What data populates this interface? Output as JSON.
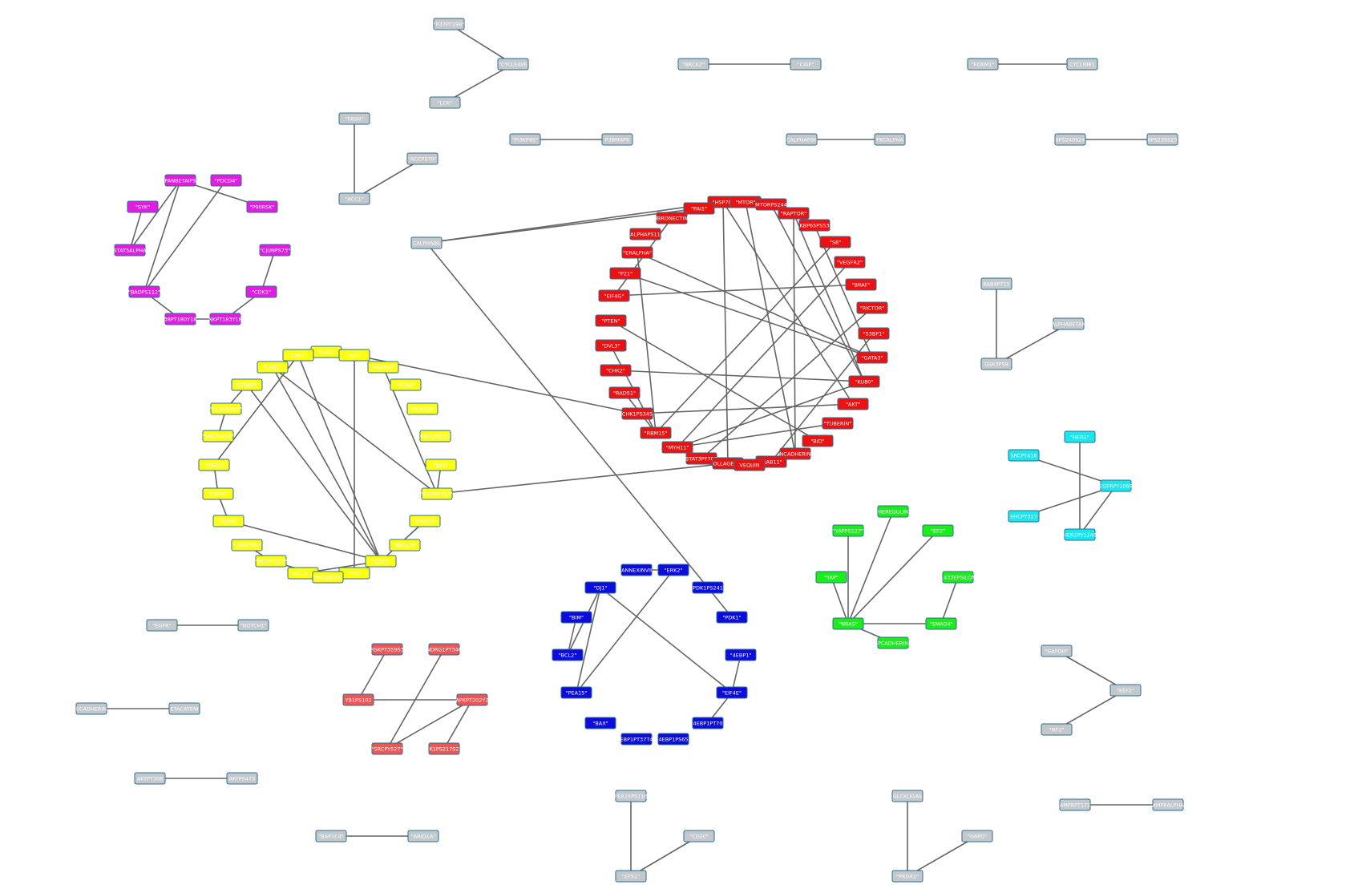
{
  "colors": {
    "background": "#ffffff",
    "edge": "#666666",
    "node_border": "#2e6e8e",
    "label": "#ffffff",
    "grey": "#c3c8cc",
    "magenta": "#e21ce2",
    "yellow": "#ffff14",
    "red": "#ee1111",
    "blue": "#0c0cdd",
    "green": "#1aee1a",
    "cyan": "#1ae6ee",
    "salmon": "#ee5555"
  },
  "nodes": [
    {
      "id": "p27",
      "label": "\"P27PT198\"",
      "color": "grey"
    },
    {
      "id": "cycleav",
      "label": "\"CYCLEAVE",
      "color": "grey"
    },
    {
      "id": "lck",
      "label": "\"LCK\"",
      "color": "grey"
    },
    {
      "id": "brca2",
      "label": "\"BRCA2\"",
      "color": "grey"
    },
    {
      "id": "ciap",
      "label": "\"CIAP\"",
      "color": "grey"
    },
    {
      "id": "foxm1",
      "label": "\"FOXM1\"",
      "color": "grey"
    },
    {
      "id": "cyclinb1",
      "label": "CYCLINB1",
      "color": "grey"
    },
    {
      "id": "fasn",
      "label": "\"FASN\"",
      "color": "grey"
    },
    {
      "id": "accps79",
      "label": "\"ACCPS79\"",
      "color": "grey"
    },
    {
      "id": "acc1",
      "label": "\"ACC1\"",
      "color": "grey"
    },
    {
      "id": "pi3kp85",
      "label": "\"PI3KP85\"",
      "color": "grey"
    },
    {
      "id": "p38mapk",
      "label": "P38MAPK",
      "color": "grey"
    },
    {
      "id": "pkcalphaps",
      "label": "CALPHAPS6",
      "color": "grey"
    },
    {
      "id": "pkcalpha",
      "label": "PKCALPHA",
      "color": "grey"
    },
    {
      "id": "s6ps240",
      "label": "6PS240S24",
      "color": "grey"
    },
    {
      "id": "s6ps235",
      "label": "6PS235S23",
      "color": "grey"
    },
    {
      "id": "panbeta",
      "label": "PANBETAIPS",
      "color": "magenta"
    },
    {
      "id": "pdcd4",
      "label": "\"PDCD4\"",
      "color": "magenta"
    },
    {
      "id": "syk",
      "label": "\"SYK\"",
      "color": "magenta"
    },
    {
      "id": "p90rsk",
      "label": "\"P90RSK\"",
      "color": "magenta"
    },
    {
      "id": "stat5a",
      "label": "STAT5ALPHA",
      "color": "magenta"
    },
    {
      "id": "cjun",
      "label": "\"CJUNPS73\"",
      "color": "magenta"
    },
    {
      "id": "badps112",
      "label": "\"BADPS112\"",
      "color": "magenta"
    },
    {
      "id": "cdk1",
      "label": "\"CDK1\"",
      "color": "magenta"
    },
    {
      "id": "p38pt180",
      "label": "38PT180Y18",
      "color": "magenta"
    },
    {
      "id": "jnkpt183",
      "label": "NKPT183Y18",
      "color": "magenta"
    },
    {
      "id": "ecadh",
      "label": "ECADHERIN",
      "color": "grey"
    },
    {
      "id": "y_top",
      "label": "\"CHK1\"",
      "color": "yellow"
    },
    {
      "id": "y_t2",
      "label": "\"CAV1\"",
      "color": "yellow"
    },
    {
      "id": "y_t3",
      "label": "\"KIT\"",
      "color": "yellow"
    },
    {
      "id": "y_t4",
      "label": "\"LKB1\"",
      "color": "yellow"
    },
    {
      "id": "y_t5",
      "label": "\"PRAS40\"",
      "color": "yellow"
    },
    {
      "id": "y_l1",
      "label": "\"GTDBP1\"",
      "color": "yellow"
    },
    {
      "id": "y_l2",
      "label": "\"CLAUDIN7\"",
      "color": "yellow"
    },
    {
      "id": "y_l3",
      "label": "\"SRCPY416\"",
      "color": "yellow"
    },
    {
      "id": "y_l4",
      "label": "\"MSH2\"",
      "color": "yellow"
    },
    {
      "id": "y_l5",
      "label": "\"CMYC\"",
      "color": "yellow"
    },
    {
      "id": "y_l6",
      "label": "\"MSH6\"",
      "color": "yellow"
    },
    {
      "id": "y_r1",
      "label": "\"PCNA\"",
      "color": "yellow"
    },
    {
      "id": "y_r2",
      "label": "\"FOXO3A\"",
      "color": "yellow"
    },
    {
      "id": "y_r3",
      "label": "\"MEK1PS217\"",
      "color": "yellow"
    },
    {
      "id": "y_r4",
      "label": "\"BAK\"",
      "color": "yellow"
    },
    {
      "id": "y_r5",
      "label": "\"EGFRPY10\"",
      "color": "yellow"
    },
    {
      "id": "y_r6",
      "label": "\"SMAD3\"",
      "color": "yellow"
    },
    {
      "id": "y_b1",
      "label": "\"CHKPT68\"",
      "color": "yellow"
    },
    {
      "id": "y_b2",
      "label": "\"METPY123\"",
      "color": "yellow"
    },
    {
      "id": "y_b3",
      "label": "\"BCL2L1\"",
      "color": "yellow"
    },
    {
      "id": "y_b4",
      "label": "\"PR\"",
      "color": "yellow"
    },
    {
      "id": "y_b5",
      "label": "\"CD31\"",
      "color": "yellow"
    },
    {
      "id": "y_b6",
      "label": "\"PKCDELTA\"",
      "color": "yellow"
    },
    {
      "id": "y_b7",
      "label": "\"BECLIN\"",
      "color": "yellow"
    },
    {
      "id": "hsp70",
      "label": "\"HSP70\"",
      "color": "red"
    },
    {
      "id": "mtor",
      "label": "\"MTOR\"",
      "color": "red"
    },
    {
      "id": "mtorps",
      "label": "MTORPS244",
      "color": "red"
    },
    {
      "id": "pai1",
      "label": "\"PAI1\"",
      "color": "red"
    },
    {
      "id": "raptor",
      "label": "\"RAPTOR\"",
      "color": "red"
    },
    {
      "id": "fibronect",
      "label": "IBRONECTIN",
      "color": "red"
    },
    {
      "id": "kbp65",
      "label": "KBP65PS53",
      "color": "red"
    },
    {
      "id": "alphaps11",
      "label": "ALPHAPS11",
      "color": "red"
    },
    {
      "id": "s6",
      "label": "\"S6\"",
      "color": "red"
    },
    {
      "id": "eralpha",
      "label": "\"ERALPHA\"",
      "color": "red"
    },
    {
      "id": "vegfr2",
      "label": "\"VEGFR2\"",
      "color": "red"
    },
    {
      "id": "p21",
      "label": "\"P21\"",
      "color": "red"
    },
    {
      "id": "braf",
      "label": "\"BRAF\"",
      "color": "red"
    },
    {
      "id": "eif4g",
      "label": "\"EIF4G\"",
      "color": "red"
    },
    {
      "id": "rictor",
      "label": "\"RICTOR\"",
      "color": "red"
    },
    {
      "id": "pten",
      "label": "\"PTEN\"",
      "color": "red"
    },
    {
      "id": "bp53",
      "label": "\"53BP1\"",
      "color": "red"
    },
    {
      "id": "dvl3",
      "label": "\"DVL3\"",
      "color": "red"
    },
    {
      "id": "gata3",
      "label": "\"GATA3\"",
      "color": "red"
    },
    {
      "id": "chk2",
      "label": "\"CHK2\"",
      "color": "red"
    },
    {
      "id": "ku80",
      "label": "\"KU80\"",
      "color": "red"
    },
    {
      "id": "rad51",
      "label": "\"RAD51\"",
      "color": "red"
    },
    {
      "id": "akt",
      "label": "\"AKT\"",
      "color": "red"
    },
    {
      "id": "chk1ps",
      "label": "CHK1PS345",
      "color": "red"
    },
    {
      "id": "tuberin",
      "label": "\"TUBERIN\"",
      "color": "red"
    },
    {
      "id": "rbm15",
      "label": "\"RBM15\"",
      "color": "red"
    },
    {
      "id": "bid",
      "label": "\"BID\"",
      "color": "red"
    },
    {
      "id": "myh11",
      "label": "\"MYH11\"",
      "color": "red"
    },
    {
      "id": "ncadherin",
      "label": "NCADHERIN",
      "color": "red"
    },
    {
      "id": "stat3",
      "label": "STAT3PY705",
      "color": "red"
    },
    {
      "id": "rab11",
      "label": "\"RAB11\"",
      "color": "red"
    },
    {
      "id": "collagen",
      "label": "OLLAGENVI",
      "color": "red"
    },
    {
      "id": "veqlin",
      "label": "VEQUIN",
      "color": "red"
    },
    {
      "id": "alphabab",
      "label": "CALPHABE",
      "color": "grey"
    },
    {
      "id": "rab4",
      "label": "RAB4PT15",
      "color": "grey"
    },
    {
      "id": "alphatan",
      "label": "ALPHABETAN",
      "color": "grey"
    },
    {
      "id": "gsk3",
      "label": "GSK3PS9",
      "color": "grey"
    },
    {
      "id": "her2",
      "label": "\"HER2\"",
      "color": "cyan"
    },
    {
      "id": "srcpy416",
      "label": "SRCPY416",
      "color": "cyan"
    },
    {
      "id": "egfrpy",
      "label": "EGFRPY1068",
      "color": "cyan"
    },
    {
      "id": "shcpy",
      "label": "SHCPY317",
      "color": "cyan"
    },
    {
      "id": "her2py",
      "label": "HER2PY1248",
      "color": "cyan"
    },
    {
      "id": "heregulin",
      "label": "HEREGULIN",
      "color": "green"
    },
    {
      "id": "yapps",
      "label": "\"YAPPS127\"",
      "color": "green"
    },
    {
      "id": "ef2",
      "label": "\"EF2\"",
      "color": "green"
    },
    {
      "id": "yap",
      "label": "\"YAP\"",
      "color": "green"
    },
    {
      "id": "g1433",
      "label": "1433EPSILON",
      "color": "green"
    },
    {
      "id": "nras",
      "label": "\"NRAS\"",
      "color": "green"
    },
    {
      "id": "smad4",
      "label": "\"SMAD4\"",
      "color": "green"
    },
    {
      "id": "pcadherin",
      "label": "PCADHERIN",
      "color": "green"
    },
    {
      "id": "annexin",
      "label": "ANNEXINVII",
      "color": "blue"
    },
    {
      "id": "erk2",
      "label": "\"ERK2\"",
      "color": "blue"
    },
    {
      "id": "dj1",
      "label": "\"DJ1\"",
      "color": "blue"
    },
    {
      "id": "pdk1ps",
      "label": "PDK1PS241",
      "color": "blue"
    },
    {
      "id": "bim",
      "label": "\"BIM\"",
      "color": "blue"
    },
    {
      "id": "pdk1",
      "label": "\"PDK1\"",
      "color": "blue"
    },
    {
      "id": "bcl2",
      "label": "\"BCL2\"",
      "color": "blue"
    },
    {
      "id": "ebp1",
      "label": "\"4EBP1\"",
      "color": "blue"
    },
    {
      "id": "pea15",
      "label": "\"PEA15\"",
      "color": "blue"
    },
    {
      "id": "eif4e",
      "label": "\"EIF4E\"",
      "color": "blue"
    },
    {
      "id": "bax",
      "label": "\"BAX\"",
      "color": "blue"
    },
    {
      "id": "ebp1pt70",
      "label": "4EBP1PT70",
      "color": "blue"
    },
    {
      "id": "ebp1pt37",
      "label": "EBP1PT37T4",
      "color": "blue"
    },
    {
      "id": "ebp1ps65",
      "label": "4EBP1PS65",
      "color": "blue"
    },
    {
      "id": "egfr",
      "label": "\"EGFR\"",
      "color": "grey"
    },
    {
      "id": "notch1",
      "label": "\"NOTCH1\"",
      "color": "grey"
    },
    {
      "id": "rskpt",
      "label": "RSKPT359S3",
      "color": "salmon"
    },
    {
      "id": "ndrg1",
      "label": "NDRG1PT346",
      "color": "salmon"
    },
    {
      "id": "yb1",
      "label": "YB1PS102",
      "color": "salmon"
    },
    {
      "id": "mapkpt",
      "label": "APKPT202Y2",
      "color": "salmon"
    },
    {
      "id": "srcpy527",
      "label": "\"SRCPY527\"",
      "color": "salmon"
    },
    {
      "id": "mek1ps",
      "label": "K1PS217S2",
      "color": "salmon"
    },
    {
      "id": "gapdh",
      "label": "\"GAPDH\"",
      "color": "grey"
    },
    {
      "id": "eef2",
      "label": "\"EEF2\"",
      "color": "grey"
    },
    {
      "id": "nf2",
      "label": "\"NF2\"",
      "color": "grey"
    },
    {
      "id": "ecadherin",
      "label": "ECADHERIN",
      "color": "grey"
    },
    {
      "id": "betacatenin",
      "label": "ETACATENI",
      "color": "grey"
    },
    {
      "id": "aktpt308",
      "label": "AKTPT308",
      "color": "grey"
    },
    {
      "id": "aktps473",
      "label": "AKTPS473",
      "color": "grey"
    },
    {
      "id": "pea15ps116",
      "label": "PEA15PS116",
      "color": "grey"
    },
    {
      "id": "cd20",
      "label": "\"CD20\"",
      "color": "grey"
    },
    {
      "id": "ets1",
      "label": "\"ETS1\"",
      "color": "grey"
    },
    {
      "id": "glcklig",
      "label": "GLCKLIGAS",
      "color": "grey"
    },
    {
      "id": "g6pd",
      "label": "\"G6PD\"",
      "color": "grey"
    },
    {
      "id": "prdx1",
      "label": "\"PRDX1\"",
      "color": "grey"
    },
    {
      "id": "ampkpt",
      "label": "AMPKPT172",
      "color": "grey"
    },
    {
      "id": "ampkalpha",
      "label": "AMPKALPHA",
      "color": "grey"
    },
    {
      "id": "bap1",
      "label": "\"BAP1C4\"",
      "color": "grey"
    },
    {
      "id": "arid1a",
      "label": "\"ARID1A\"",
      "color": "grey"
    }
  ],
  "edges": [
    [
      "p27",
      "cycleav"
    ],
    [
      "cycleav",
      "lck"
    ],
    [
      "brca2",
      "ciap"
    ],
    [
      "foxm1",
      "cyclinb1"
    ],
    [
      "fasn",
      "acc1"
    ],
    [
      "acc1",
      "accps79"
    ],
    [
      "pi3kp85",
      "p38mapk"
    ],
    [
      "pkcalphaps",
      "pkcalpha"
    ],
    [
      "s6ps240",
      "s6ps235"
    ],
    [
      "syk",
      "stat5a"
    ],
    [
      "panbeta",
      "stat5a"
    ],
    [
      "panbeta",
      "p90rsk"
    ],
    [
      "panbeta",
      "badps112"
    ],
    [
      "pdcd4",
      "badps112"
    ],
    [
      "badps112",
      "p38pt180"
    ],
    [
      "p38pt180",
      "jnkpt183"
    ],
    [
      "cjun",
      "cdk1"
    ],
    [
      "cdk1",
      "jnkpt183"
    ],
    [
      "y_t4",
      "y_b5"
    ],
    [
      "y_t3",
      "y_b4"
    ],
    [
      "y_t2",
      "y_b5"
    ],
    [
      "y_t1x",
      "y_b5"
    ],
    [
      "y_t5",
      "y_r5"
    ],
    [
      "y_l1",
      "y_l2"
    ],
    [
      "y_l2",
      "y_l3"
    ],
    [
      "y_l4",
      "y_l5"
    ],
    [
      "y_l5",
      "y_l6"
    ],
    [
      "y_l6",
      "y_b5"
    ],
    [
      "y_l4",
      "y_t2"
    ],
    [
      "y_b1",
      "y_b2"
    ],
    [
      "y_b2",
      "y_b6"
    ],
    [
      "y_b3",
      "y_b5"
    ],
    [
      "y_r4",
      "y_r5"
    ],
    [
      "y_r6",
      "y_b5"
    ],
    [
      "y_t4",
      "y_r5"
    ],
    [
      "y_l1",
      "y_b5"
    ],
    [
      "y_t3",
      "chk1ps"
    ],
    [
      "y_r5",
      "collagen"
    ],
    [
      "alphabab",
      "pai1"
    ],
    [
      "alphabab",
      "hsp70"
    ],
    [
      "alphabab",
      "pdk1ps"
    ],
    [
      "eif4g",
      "fibronect"
    ],
    [
      "eif4g",
      "braf"
    ],
    [
      "eralpha",
      "rbm15"
    ],
    [
      "p21",
      "gata3"
    ],
    [
      "chk2",
      "ku80"
    ],
    [
      "rad51",
      "rbm15"
    ],
    [
      "pten",
      "bid"
    ],
    [
      "dvl3",
      "rbm15"
    ],
    [
      "chk1ps",
      "akt"
    ],
    [
      "hsp70",
      "akt"
    ],
    [
      "mtor",
      "ncadherin"
    ],
    [
      "mtorps",
      "ku80"
    ],
    [
      "raptor",
      "ncadherin"
    ],
    [
      "s6",
      "rbm15"
    ],
    [
      "vegfr2",
      "myh11"
    ],
    [
      "rictor",
      "stat3"
    ],
    [
      "bp53",
      "rab11"
    ],
    [
      "gata3",
      "eralpha"
    ],
    [
      "tuberin",
      "myh11"
    ],
    [
      "hsp70",
      "collagen"
    ],
    [
      "ku80",
      "myh11"
    ],
    [
      "raptor",
      "ku80"
    ],
    [
      "kbp65",
      "gata3"
    ],
    [
      "rab4",
      "gsk3"
    ],
    [
      "gsk3",
      "alphatan"
    ],
    [
      "her2",
      "her2py"
    ],
    [
      "srcpy416",
      "egfrpy"
    ],
    [
      "shcpy",
      "egfrpy"
    ],
    [
      "egfrpy",
      "her2py"
    ],
    [
      "yapps",
      "nras"
    ],
    [
      "heregulin",
      "nras"
    ],
    [
      "ef2",
      "nras"
    ],
    [
      "yap",
      "nras"
    ],
    [
      "g1433",
      "smad4"
    ],
    [
      "nras",
      "smad4"
    ],
    [
      "nras",
      "pcadherin"
    ],
    [
      "dj1",
      "bcl2"
    ],
    [
      "dj1",
      "pea15"
    ],
    [
      "dj1",
      "eif4e"
    ],
    [
      "erk2",
      "pea15"
    ],
    [
      "bim",
      "bcl2"
    ],
    [
      "pdk1ps",
      "pdk1"
    ],
    [
      "ebp1",
      "eif4e"
    ],
    [
      "eif4e",
      "ebp1pt70"
    ],
    [
      "annexin",
      "erk2"
    ],
    [
      "egfr",
      "notch1"
    ],
    [
      "rskpt",
      "yb1"
    ],
    [
      "ndrg1",
      "srcpy527"
    ],
    [
      "yb1",
      "mapkpt"
    ],
    [
      "mapkpt",
      "srcpy527"
    ],
    [
      "mapkpt",
      "mek1ps"
    ],
    [
      "gapdh",
      "eef2"
    ],
    [
      "eef2",
      "nf2"
    ],
    [
      "ecadherin",
      "betacatenin"
    ],
    [
      "aktpt308",
      "aktps473"
    ],
    [
      "pea15ps116",
      "ets1"
    ],
    [
      "ets1",
      "cd20"
    ],
    [
      "glcklig",
      "prdx1"
    ],
    [
      "prdx1",
      "g6pd"
    ],
    [
      "ampkpt",
      "ampkalpha"
    ],
    [
      "bap1",
      "arid1a"
    ]
  ]
}
